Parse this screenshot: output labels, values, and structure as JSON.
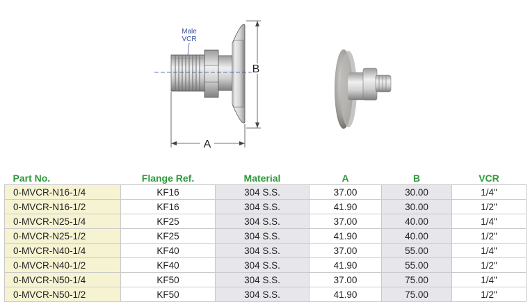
{
  "diagram": {
    "label_male": "Male",
    "label_vcr": "VCR",
    "dim_a": "A",
    "dim_b": "B"
  },
  "table": {
    "headers": [
      "Part No.",
      "Flange Ref.",
      "Material",
      "A",
      "B",
      "VCR"
    ],
    "rows": [
      [
        "0-MVCR-N16-1/4",
        "KF16",
        "304 S.S.",
        "37.00",
        "30.00",
        "1/4\""
      ],
      [
        "0-MVCR-N16-1/2",
        "KF16",
        "304 S.S.",
        "41.90",
        "30.00",
        "1/2\""
      ],
      [
        "0-MVCR-N25-1/4",
        "KF25",
        "304 S.S.",
        "37.00",
        "40.00",
        "1/4\""
      ],
      [
        "0-MVCR-N25-1/2",
        "KF25",
        "304 S.S.",
        "41.90",
        "40.00",
        "1/2\""
      ],
      [
        "0-MVCR-N40-1/4",
        "KF40",
        "304 S.S.",
        "37.00",
        "55.00",
        "1/4\""
      ],
      [
        "0-MVCR-N40-1/2",
        "KF40",
        "304 S.S.",
        "41.90",
        "55.00",
        "1/2\""
      ],
      [
        "0-MVCR-N50-1/4",
        "KF50",
        "304 S.S.",
        "37.00",
        "75.00",
        "1/4\""
      ],
      [
        "0-MVCR-N50-1/2",
        "KF50",
        "304 S.S.",
        "41.90",
        "75.00",
        "1/2\""
      ]
    ]
  }
}
